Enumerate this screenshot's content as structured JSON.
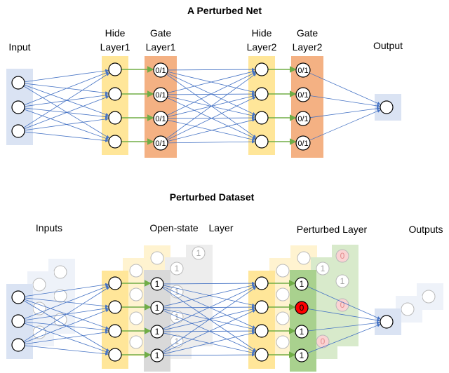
{
  "top": {
    "title": "A Perturbed Net",
    "labels": {
      "input": "Input",
      "hide1_a": "Hide",
      "hide1_b": "Layer1",
      "gate1_a": "Gate",
      "gate1_b": "Layer1",
      "hide2_a": "Hide",
      "hide2_b": "Layer2",
      "gate2_a": "Gate",
      "gate2_b": "Layer2",
      "output": "Output"
    },
    "gate_value": "0/1"
  },
  "bottom": {
    "title": "Perturbed Dataset",
    "labels": {
      "inputs": "Inputs",
      "open_state": "Open-state",
      "layer": "Layer",
      "perturbed": "Perturbed Layer",
      "outputs": "Outputs"
    },
    "open_values": [
      "1",
      "1",
      "1",
      "1"
    ],
    "perturbed_values": [
      "1",
      "0",
      "1",
      "1"
    ],
    "ghost_open_values": [
      "1",
      "1",
      "1",
      "1",
      "1"
    ],
    "ghost_perturbed_values": [
      "0",
      "1",
      "1",
      "0",
      "0"
    ]
  },
  "colors": {
    "input": "#dae3f3",
    "hide": "#ffe699",
    "gate": "#f4b183",
    "open": "#d9d9d9",
    "perturbed": "#a9d18e",
    "arrow": "#4472c4",
    "gate_arrow": "#70ad47",
    "zero_red": "#ff0000",
    "zero_pink": "#f4a0a0"
  }
}
